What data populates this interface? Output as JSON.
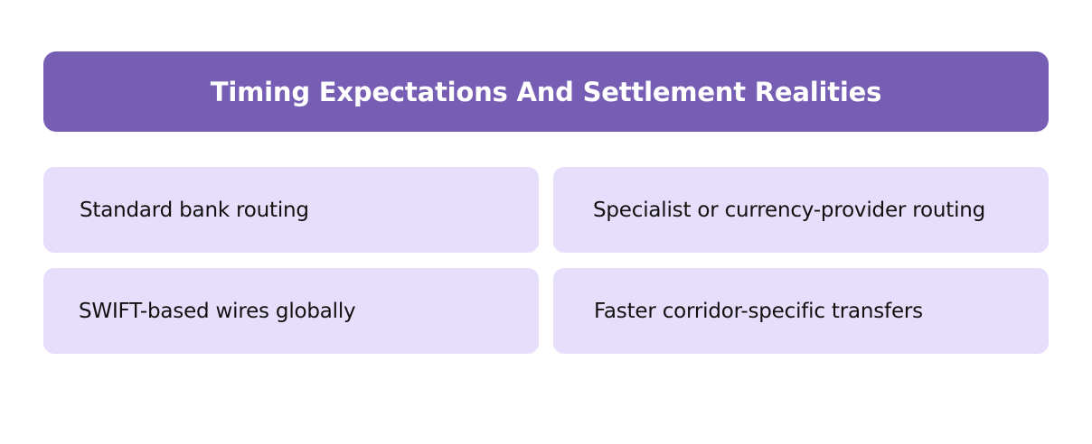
{
  "header": {
    "title": "Timing Expectations And Settlement Realities",
    "background_color": "#765eb4"
  },
  "cards": [
    {
      "label": "Standard bank routing"
    },
    {
      "label": "Specialist or currency-provider routing"
    },
    {
      "label": "SWIFT-based wires globally"
    },
    {
      "label": "Faster corridor-specific transfers"
    }
  ],
  "colors": {
    "card_background": "#e6defa",
    "text": "#111111",
    "header_text": "#ffffff"
  }
}
